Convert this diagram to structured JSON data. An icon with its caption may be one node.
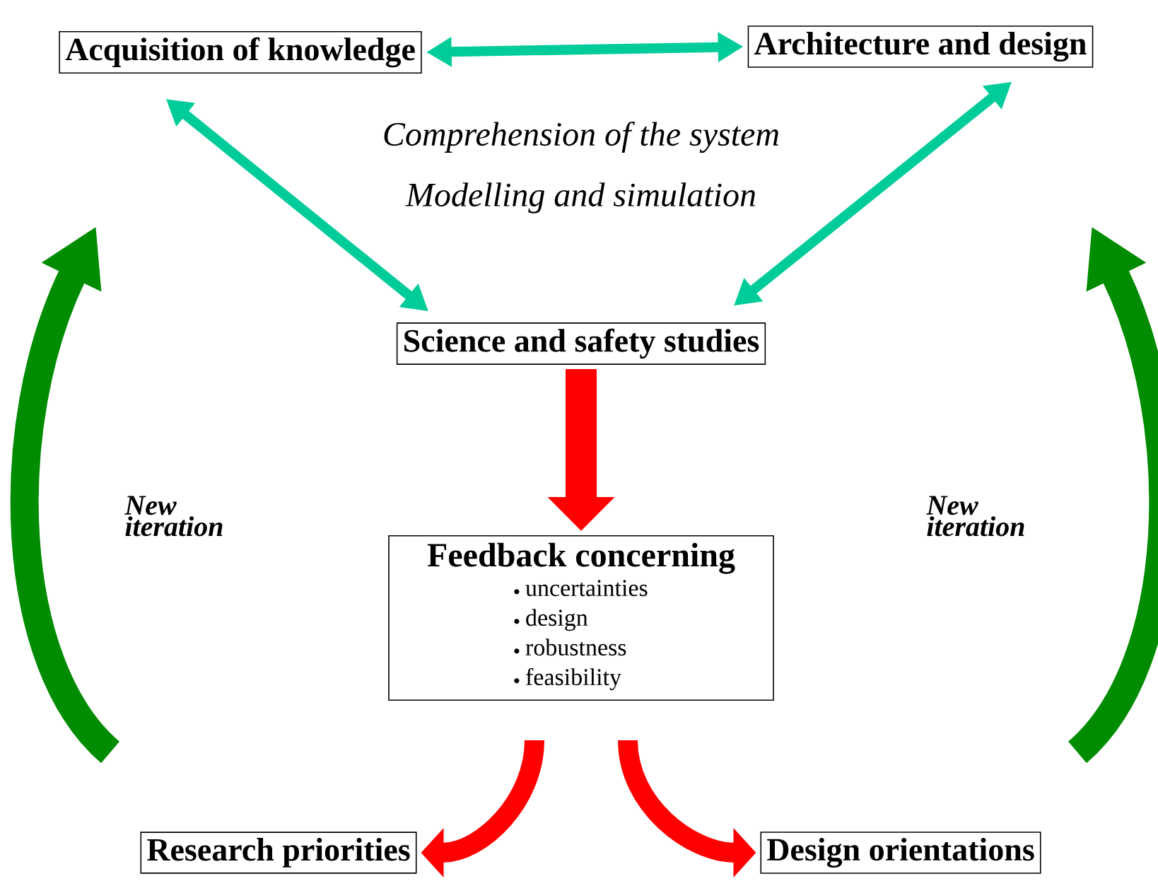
{
  "diagram": {
    "nodes": [
      {
        "text": [
          "Acquisition of knowledge"
        ]
      },
      {
        "text": [
          "Architecture and design"
        ]
      },
      {
        "text": [
          "Science and safety studies"
        ]
      },
      {
        "text": [
          "Feedback concerning",
          "uncertainties",
          "design",
          "robustness",
          "feasibility"
        ]
      },
      {
        "text": [
          "Research priorities"
        ]
      },
      {
        "text": [
          "Design orientations"
        ]
      }
    ],
    "edges": [
      {
        "from": 0,
        "to": 1,
        "arrow": "both",
        "color": "#00cc99"
      },
      {
        "from": 0,
        "to": 2,
        "arrow": "both",
        "color": "#00cc99"
      },
      {
        "from": 1,
        "to": 2,
        "arrow": "both",
        "color": "#00cc99"
      },
      {
        "from": 2,
        "to": 3,
        "arrow": "to",
        "style": "thick",
        "color": "#ff0000"
      },
      {
        "from": 3,
        "to": 4,
        "arrow": "to",
        "style": "thick",
        "color": "#ff0000"
      },
      {
        "from": 3,
        "to": 5,
        "arrow": "to",
        "style": "thick",
        "color": "#ff0000"
      }
    ],
    "labels": [
      "Comprehension of the system",
      "Modelling and simulation",
      "New iteration",
      "New iteration"
    ]
  }
}
